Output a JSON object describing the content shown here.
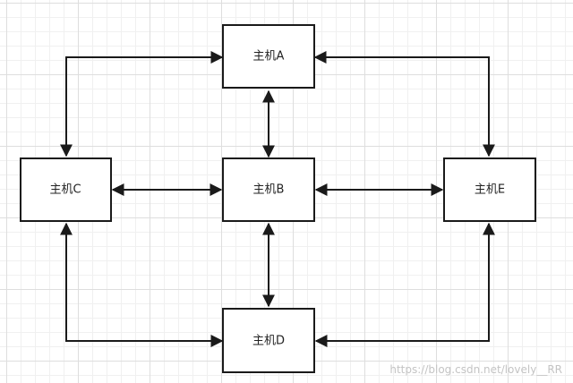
{
  "diagram": {
    "nodes": [
      {
        "id": "A",
        "label": "主机A"
      },
      {
        "id": "B",
        "label": "主机B"
      },
      {
        "id": "C",
        "label": "主机C"
      },
      {
        "id": "D",
        "label": "主机D"
      },
      {
        "id": "E",
        "label": "主机E"
      }
    ],
    "edges": [
      {
        "from": "A",
        "to": "B",
        "bidirectional": true
      },
      {
        "from": "C",
        "to": "B",
        "bidirectional": true
      },
      {
        "from": "B",
        "to": "E",
        "bidirectional": true
      },
      {
        "from": "B",
        "to": "D",
        "bidirectional": true
      },
      {
        "from": "C",
        "to": "A",
        "bidirectional": true
      },
      {
        "from": "A",
        "to": "E",
        "bidirectional": true
      },
      {
        "from": "C",
        "to": "D",
        "bidirectional": true
      },
      {
        "from": "E",
        "to": "D",
        "bidirectional": true
      }
    ]
  },
  "watermark": "https://blog.csdn.net/lovely__RR",
  "colors": {
    "stroke": "#1a1a1a",
    "text": "#222222",
    "grid": "#dedede",
    "watermark": "#c4c4c4"
  }
}
